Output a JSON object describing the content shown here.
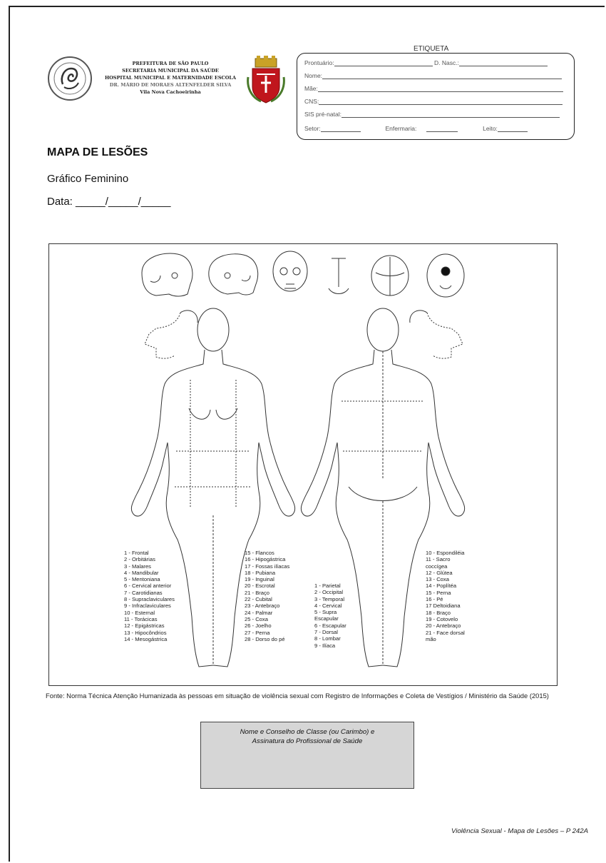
{
  "header": {
    "institution_lines": [
      "PREFEITURA DE SÃO PAULO",
      "SECRETARIA MUNICIPAL DA SAÚDE",
      "HOSPITAL MUNICIPAL E MATERNIDADE ESCOLA",
      "DR. MÁRIO DE MORAES ALTENFELDER SILVA",
      "Vila Nova Cachoeirinha"
    ]
  },
  "label": {
    "title": "ETIQUETA",
    "prontuario": "Prontuário:",
    "nasc": "D. Nasc.:",
    "nome": "Nome:",
    "mae": "Mãe:",
    "cns": "CNS:",
    "sis": "SIS pré-natal:",
    "setor": "Setor:",
    "enfermaria": "Enfermaria:",
    "leito": "Leito:"
  },
  "document": {
    "title": "MAPA DE LESÕES",
    "subtitle": "Gráfico Feminino",
    "date": "Data: _____/_____/_____"
  },
  "legend_front": {
    "col1": [
      "1 - Frontal",
      "2 - Orbitárias",
      "3 - Malares",
      "4 - Mandibular",
      "5 - Mentoniana",
      "6 - Cervical anterior",
      "7 - Carotidianas",
      "8 - Supraclaviculares",
      "9 - Infraclaviculares",
      "10 - Esternal",
      "11 - Torácicas",
      "12 - Epigástricas",
      "13 - Hipocôndrios",
      "14 - Mesogástrica"
    ],
    "col2": [
      "15 - Flancos",
      "16 - Hipogástrica",
      "17 - Fossas ilíacas",
      "18 - Pubiana",
      "19 - Inguinal",
      "20 - Escrotal",
      "21 - Braço",
      "22 - Cubital",
      "23 - Antebraço",
      "24 - Palmar",
      "25 - Coxa",
      "26 - Joelho",
      "27 - Perna",
      "28 - Dorso do pé"
    ]
  },
  "legend_back": {
    "col1": [
      "1 - Parietal",
      "2 - Occipital",
      "3 - Temporal",
      "4 - Cervical",
      "5 - Supra",
      "Escapular",
      "6 - Escapular",
      "7 - Dorsal",
      "8 - Lombar",
      "9 - Ilíaca"
    ],
    "col2": [
      "10 - Espondiléia",
      "11 - Sacro",
      "coccígea",
      "12 - Glútea",
      "13 - Coxa",
      "14 - Poplítéa",
      "15 - Perna",
      "16 - Pé",
      "17 Deltoidiana",
      "18 - Braço",
      "19 - Cotovelo",
      "20 - Antebraço",
      "21 - Face dorsal",
      "mão"
    ]
  },
  "source": "Fonte: Norma Técnica Atenção Humanizada às pessoas em situação de violência sexual com Registro de Informações e Coleta de Vestígios / Ministério da Saúde (2015)",
  "signature": {
    "line1": "Nome e Conselho de Classe (ou Carimbo) e",
    "line2": "Assinatura do Profissional de Saúde"
  },
  "footer": "Violência Sexual - Mapa de Lesões – P 242A"
}
